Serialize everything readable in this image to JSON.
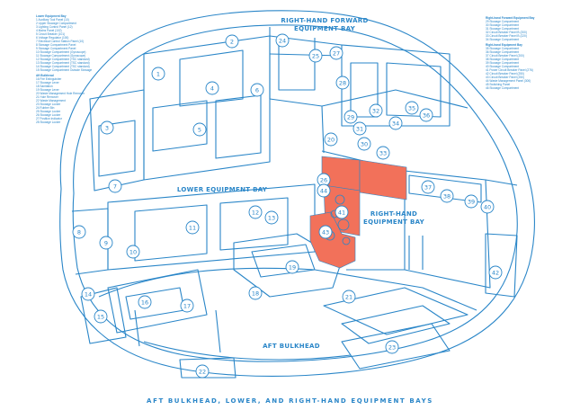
{
  "colors": {
    "line": "#2a86c8",
    "highlight": "#f2715a",
    "background": "#ffffff"
  },
  "labels": {
    "rh_forward_bay": "RIGHT-HAND FORWARD\nEQUIPMENT BAY",
    "lower_bay": "LOWER EQUIPMENT BAY",
    "rh_bay": "RIGHT-HAND\nEQUIPMENT BAY",
    "aft_bulkhead": "AFT BULKHEAD",
    "caption": "AFT BULKHEAD, LOWER, AND RIGHT-HAND EQUIPMENT BAYS"
  },
  "legend_left": {
    "title": "Lower Equipment Bay",
    "items": [
      "1 Auxiliary Tool Panel (10)",
      "2 Upper Stowage Compartment",
      "3 Lighting Control Panel (12)",
      "4 Mains Panel (102)",
      "5 Circuit Breaker (101)",
      "6 Voltage Regulator (100)",
      "7 Electrical Control Station Panel (10)",
      "8 Stowage Compartment Panel",
      "9 Stowage Compartment Panel",
      "10 Stowage Compartment (Gyroscope)",
      "11 Stowage Compartment (Gyroscope)",
      "12 Stowage Compartment (TSC standard)",
      "13 Stowage Compartment (TSC standard)",
      "14 Stowage Compartment (TSC standard)",
      "15 Stowage Compartment Outside Stowage"
    ],
    "title2": "Aft Bulkhead",
    "items2": [
      "16 Fire Extinguisher",
      "17 Stowage Lever",
      "18 Sanitation",
      "19 Stowage Lever",
      "20 Waste Management Hole Remover",
      "21 Hole Remover",
      "22 Waste Management",
      "23 Stowage Locker",
      "24 Rubber Bin",
      "25 Stowage Locker",
      "26 Stowage Locker",
      "27 Position Indicator",
      "28 Stowage Locker"
    ]
  },
  "legend_right": {
    "title": "Right-hand Forward Equipment Bay",
    "items": [
      "29 Stowage Compartment",
      "30 Stowage Compartment",
      "31 Stowage Compartment",
      "32 Circuit Breaker Panel B (200)",
      "33 Circuit Breaker Panel B (220)",
      "34 Stowage Compartment"
    ],
    "title2": "Right-hand Equipment Bay",
    "items2": [
      "35 Stowage Compartment",
      "36 Stowage Compartment",
      "37 Circuit Breaker Panel (200)",
      "38 Stowage Compartment",
      "39 Stowage Compartment",
      "40 Stowage Compartment",
      "41 Power Circuit Breaker Panel (276)",
      "42 Circuit Breaker Panel (250)",
      "43 Circuit Breaker Panel (250)",
      "44 Waste Management Panel (300)",
      "45 Switching Panel",
      "46 Stowage Compartment"
    ]
  },
  "callouts": [
    "1",
    "2",
    "3",
    "4",
    "5",
    "6",
    "7",
    "8",
    "9",
    "10",
    "11",
    "12",
    "13",
    "14",
    "15",
    "16",
    "17",
    "18",
    "19",
    "20",
    "21",
    "22",
    "23",
    "24",
    "25",
    "26",
    "27",
    "28",
    "29",
    "30",
    "31",
    "32",
    "33",
    "34",
    "35",
    "36",
    "37",
    "38",
    "39",
    "40",
    "41",
    "42",
    "43",
    "44"
  ]
}
